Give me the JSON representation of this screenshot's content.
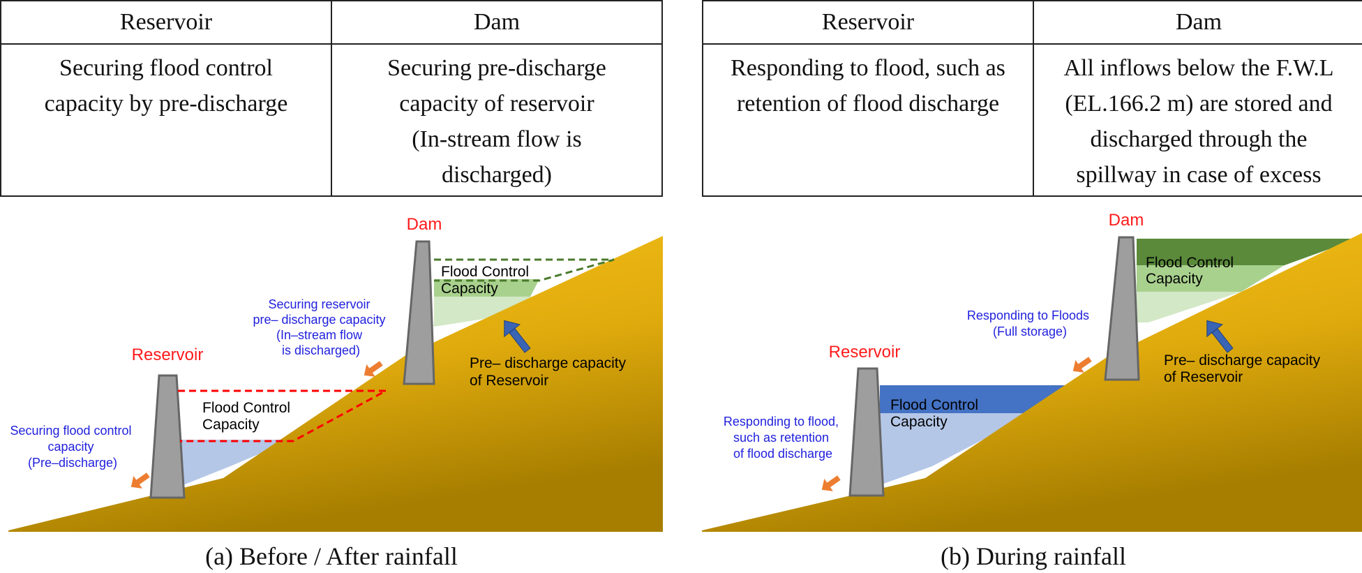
{
  "panel_a": {
    "table": {
      "headers": [
        "Reservoir",
        "Dam"
      ],
      "cells": [
        [
          "Securing flood control",
          "capacity by pre-discharge"
        ],
        [
          "Securing pre-discharge",
          "capacity of reservoir",
          "(In-stream flow is",
          "discharged)"
        ]
      ]
    },
    "labels": {
      "dam_title": "Dam",
      "reservoir_title": "Reservoir",
      "dam_flood_control": [
        "Flood Control",
        "Capacity"
      ],
      "reservoir_flood_control": [
        "Flood Control",
        "Capacity"
      ],
      "securing_reservoir_note": [
        "Securing reservoir",
        "pre– discharge capacity",
        "(In–stream flow",
        "is discharged)"
      ],
      "pre_discharge_capacity": [
        "Pre– discharge capacity",
        "of Reservoir"
      ],
      "securing_flood_control_note": [
        "Securing flood control",
        "capacity",
        "(Pre–discharge)"
      ]
    },
    "caption": "(a) Before / After rainfall"
  },
  "panel_b": {
    "table": {
      "headers": [
        "Reservoir",
        "Dam"
      ],
      "cells": [
        [
          "Responding to flood, such as",
          "retention of flood discharge"
        ],
        [
          "All inflows below the F.W.L",
          "(EL.166.2 m) are stored and",
          "discharged through the",
          "spillway in case of excess"
        ]
      ]
    },
    "labels": {
      "dam_title": "Dam",
      "reservoir_title": "Reservoir",
      "dam_flood_control": [
        "Flood Control",
        "Capacity"
      ],
      "reservoir_flood_control": [
        "Flood Control",
        "Capacity"
      ],
      "responding_note": [
        "Responding to Floods",
        "(Full storage)"
      ],
      "pre_discharge_capacity": [
        "Pre– discharge capacity",
        "of Reservoir"
      ],
      "reservoir_note": [
        "Responding to flood,",
        "such as retention",
        "of flood discharge"
      ]
    },
    "caption": "(b) During rainfall"
  },
  "colors": {
    "title_red": "#ff1a1a",
    "note_blue": "#1f1fdd",
    "ground_top": "#f7c31a",
    "ground_bottom": "#a77e00",
    "structure_gray": "#9e9e9e",
    "flood_dark_green": "#5a8a3a",
    "light_green": "#a9d18e",
    "pale_green": "#d3e8c6",
    "flood_blue": "#4472c4",
    "pale_blue": "#b4c7e7",
    "dashed_red": "#ff0000",
    "dashed_green": "#4a7a2c",
    "arrow_orange": "#ed7d31",
    "arrow_blue": "#3a64b4"
  }
}
